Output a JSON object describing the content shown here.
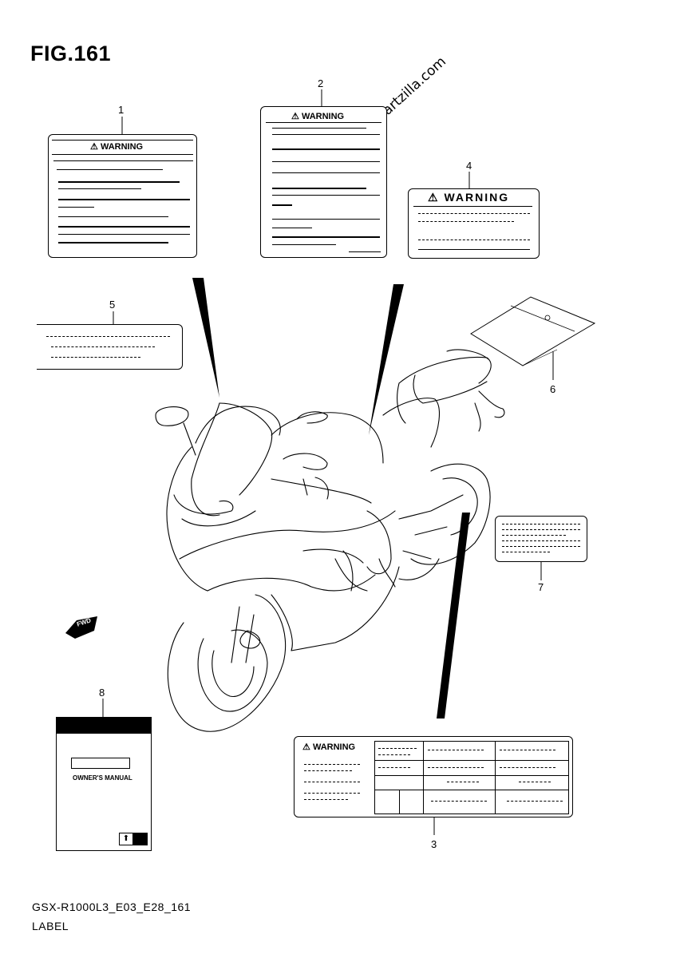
{
  "figure": {
    "title": "FIG.161",
    "footer_code": "GSX-R1000L3_E03_E28_161",
    "footer_name": "LABEL",
    "watermark": "© Partzilla.com"
  },
  "callouts": [
    "1",
    "2",
    "3",
    "4",
    "5",
    "6",
    "7",
    "8"
  ],
  "labels": {
    "warning_text": "WARNING",
    "manual_title": "OWNER'S MANUAL"
  },
  "icons": {
    "warning": "warning-triangle-icon",
    "direction": "fwd-arrow-icon"
  },
  "fwd_text": "FWD"
}
